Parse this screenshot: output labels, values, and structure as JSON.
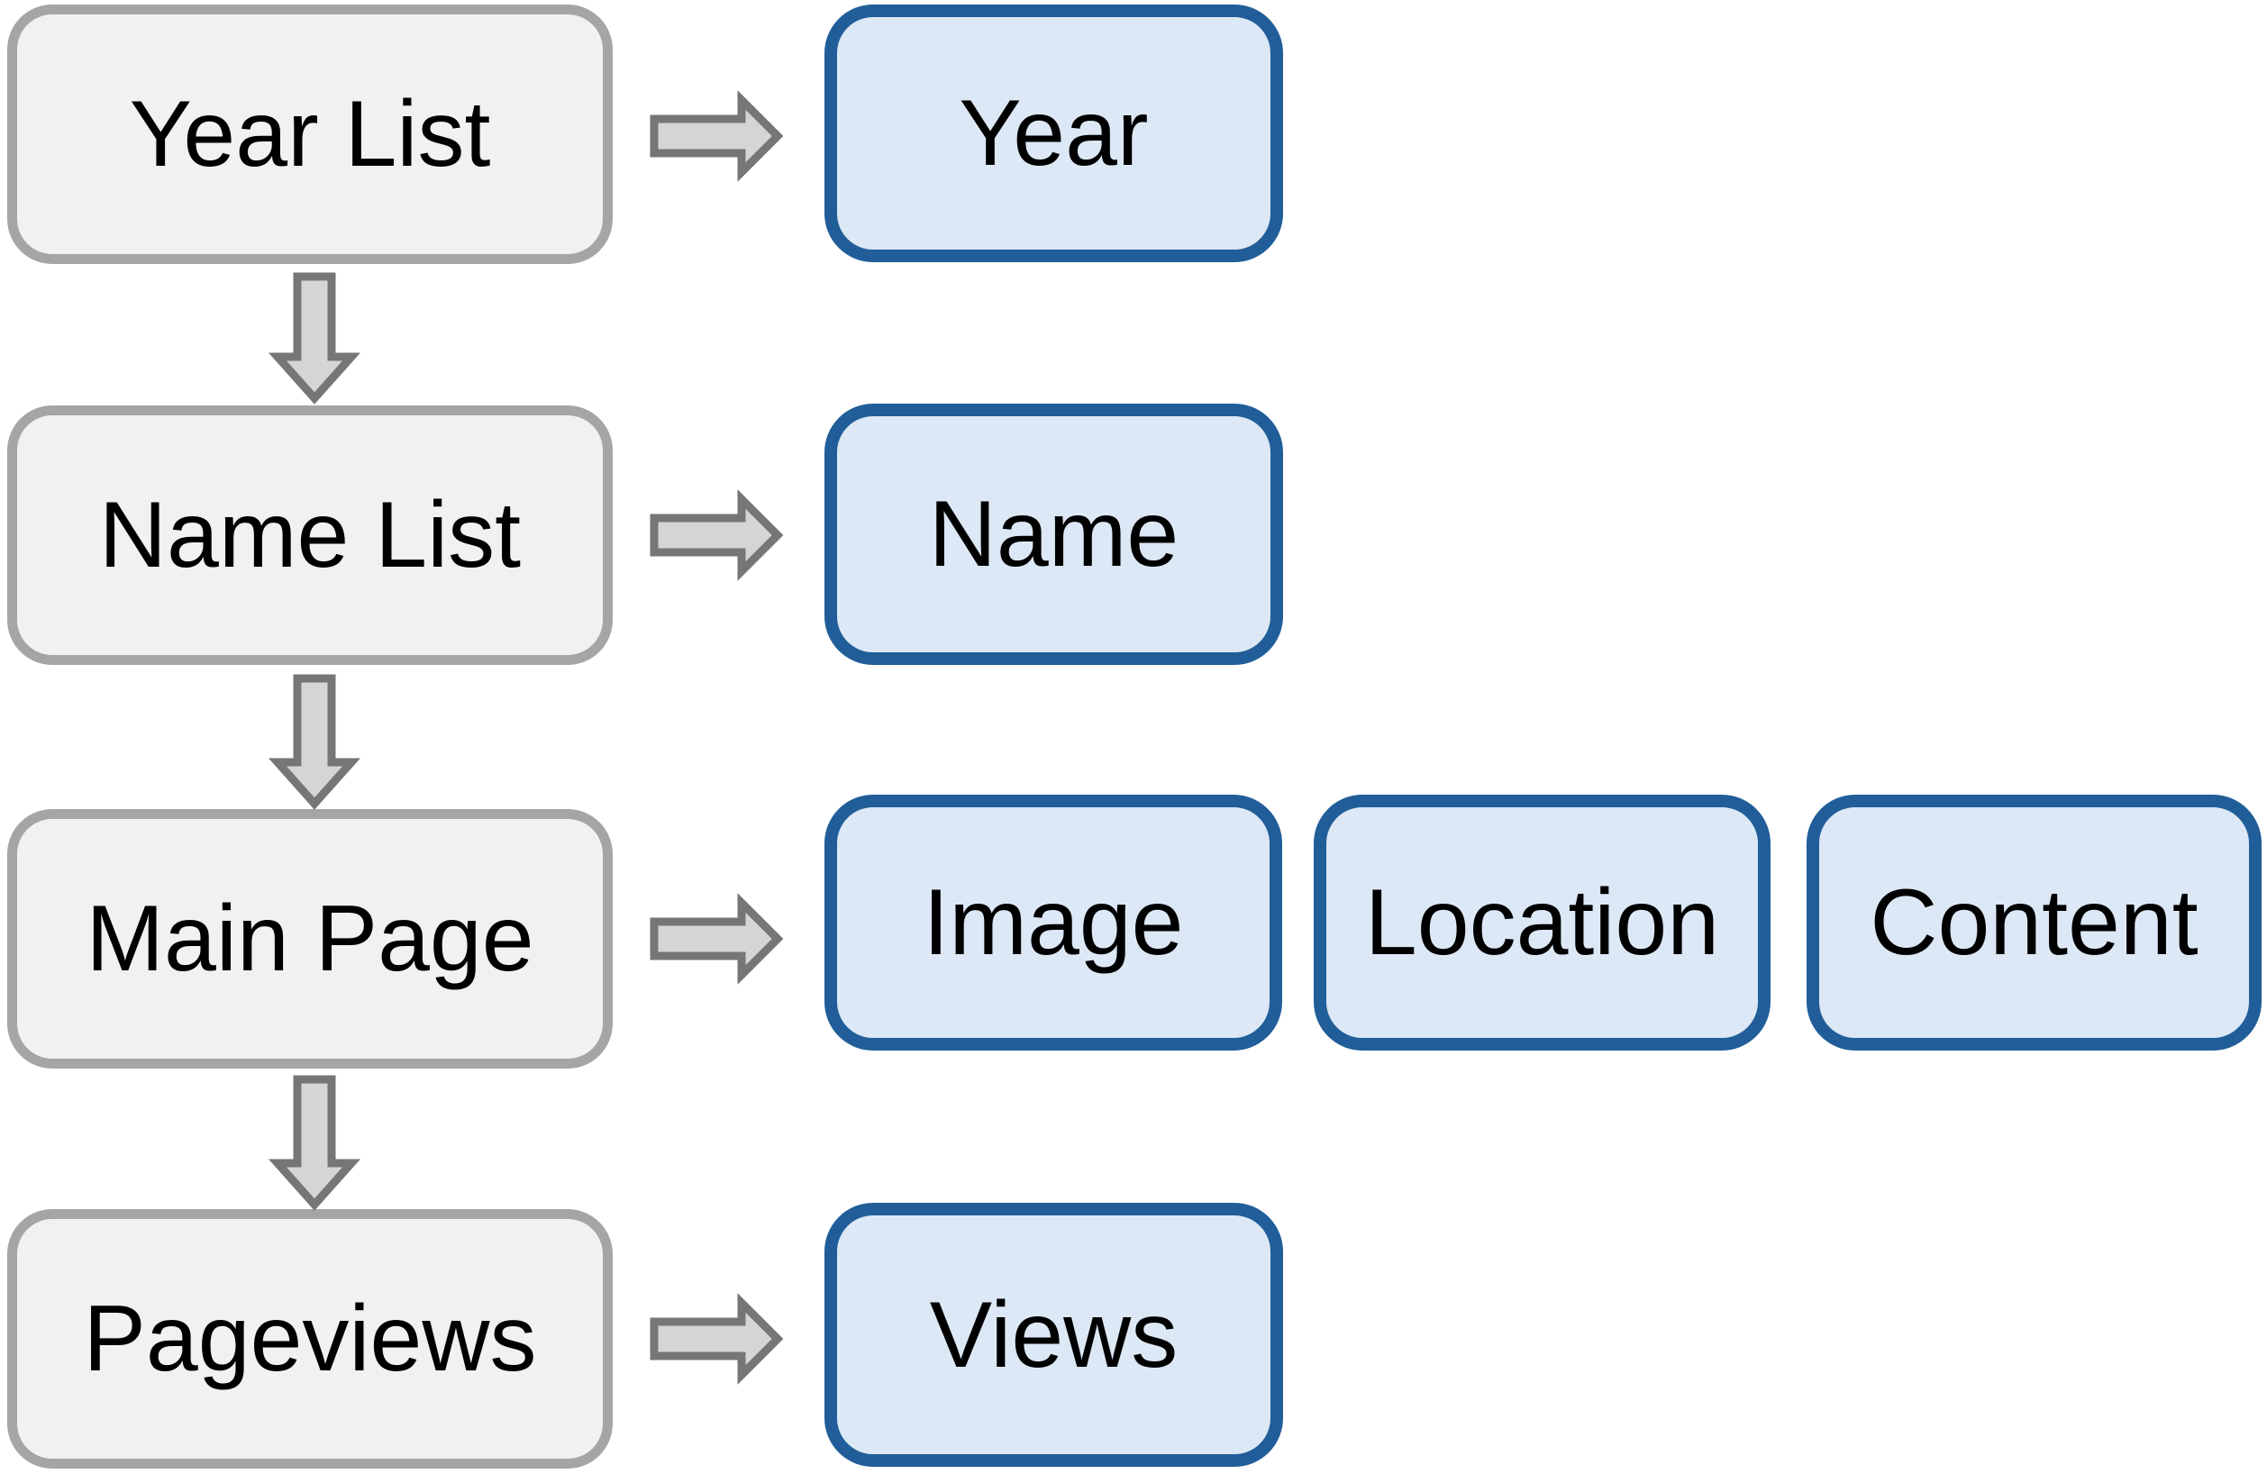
{
  "rows": [
    {
      "source": "Year List",
      "targets": [
        "Year"
      ]
    },
    {
      "source": "Name List",
      "targets": [
        "Name"
      ]
    },
    {
      "source": "Main Page",
      "targets": [
        "Image",
        "Location",
        "Content"
      ]
    },
    {
      "source": "Pageviews",
      "targets": [
        "Views"
      ]
    }
  ],
  "icons": {
    "down_arrow": "down-arrow connector",
    "right_arrow": "right-arrow connector"
  },
  "colors": {
    "canvas_bg": "#FFFFFF",
    "source_fill": "#F1F1F1",
    "source_border": "#A5A5A5",
    "target_fill": "#DCE8F5",
    "target_border": "#215E99",
    "arrow_fill": "#D5D5D5",
    "arrow_border": "#767676",
    "text": "#000000"
  }
}
